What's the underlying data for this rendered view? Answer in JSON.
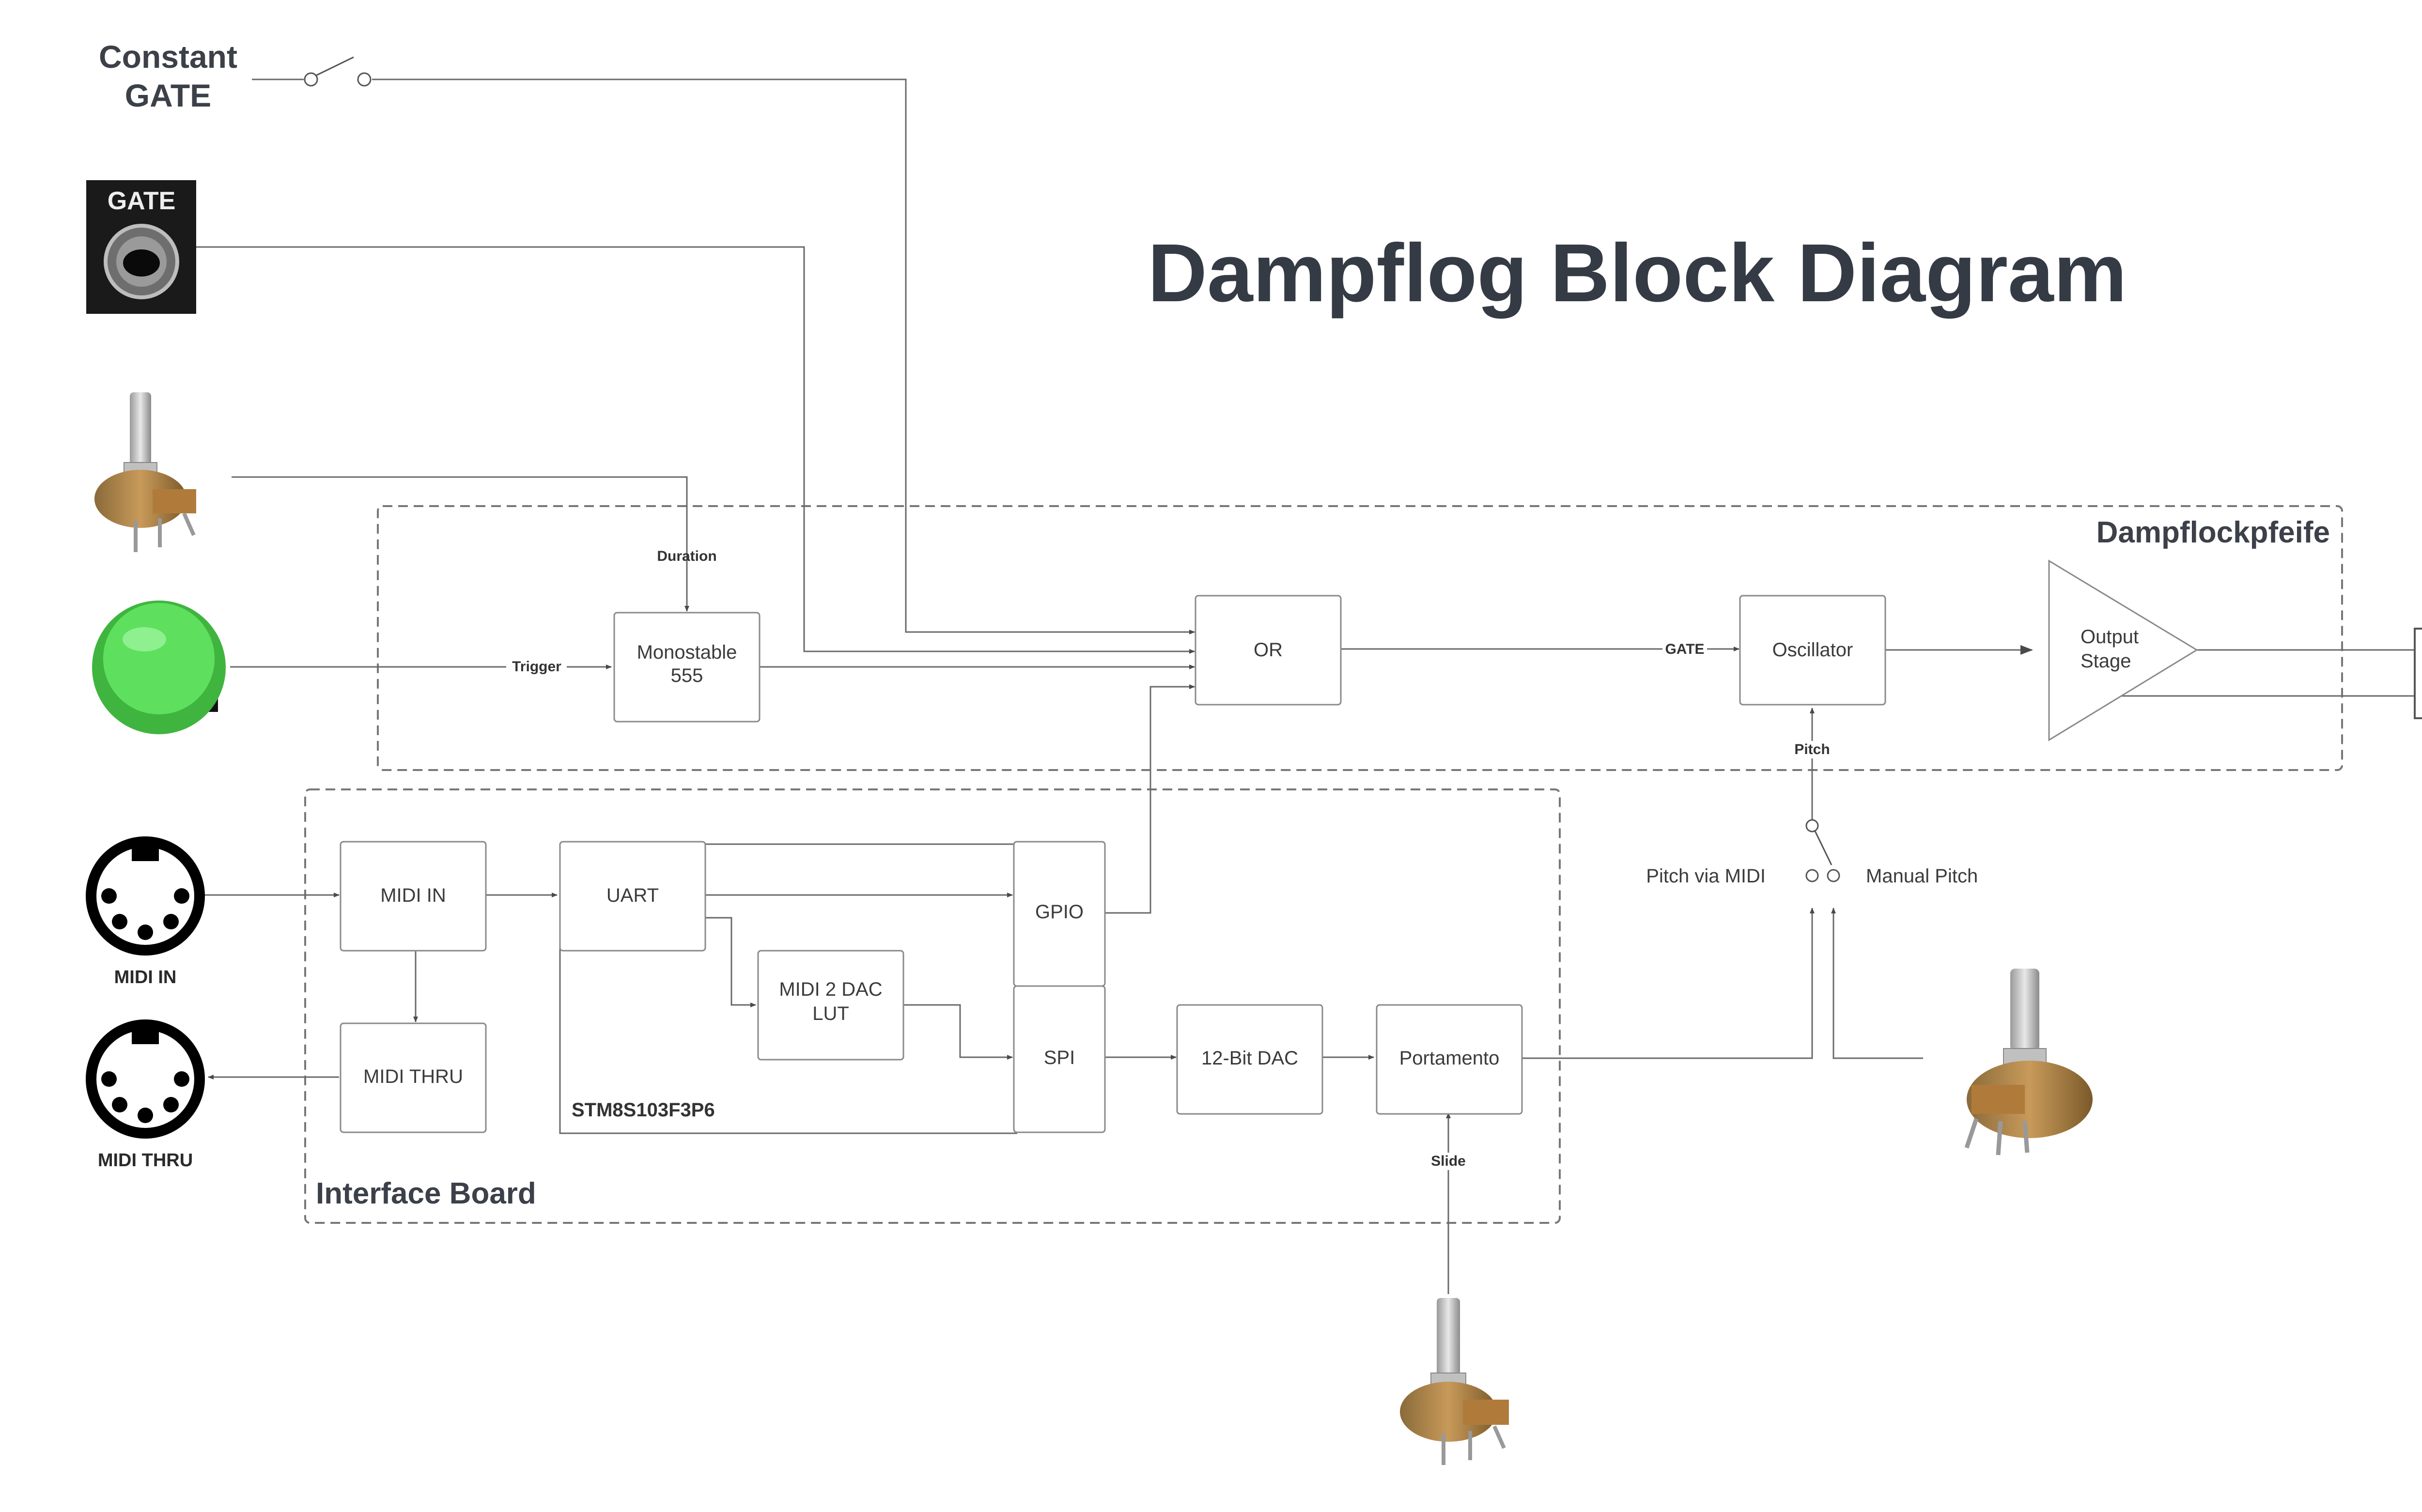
{
  "title": "Dampflog Block Diagram",
  "groups": {
    "dampflockpfeife": "Dampflockpfeife",
    "interface_board": "Interface Board",
    "mcu": "STM8S103F3P6"
  },
  "blocks": {
    "monostable": [
      "Monostable",
      "555"
    ],
    "or": "OR",
    "oscillator": "Oscillator",
    "output_stage": [
      "Output",
      "Stage"
    ],
    "midi_in": "MIDI IN",
    "midi_thru": "MIDI THRU",
    "uart": "UART",
    "gpio": "GPIO",
    "midi2dac": [
      "MIDI 2 DAC",
      "LUT"
    ],
    "spi": "SPI",
    "dac": "12-Bit DAC",
    "portamento": "Portamento"
  },
  "edge_labels": {
    "duration": "Duration",
    "trigger": "Trigger",
    "gate": "GATE",
    "pitch": "Pitch",
    "slide": "Slide"
  },
  "components": {
    "constant_gate": [
      "Constant",
      "GATE"
    ],
    "gate_jack": "GATE",
    "midi_in_connector": "MIDI IN",
    "midi_thru_connector": "MIDI THRU"
  },
  "switch_labels": {
    "pitch_via_midi": "Pitch via MIDI",
    "manual_pitch": "Manual Pitch"
  },
  "colors": {
    "button_green": "#5ee05e",
    "title": "#353b45",
    "wire": "#6a6a6a",
    "jack_panel": "#1a1a1a"
  },
  "icons": [
    "toggle-switch-icon",
    "gate-jack-icon",
    "potentiometer-icon",
    "arcade-button-icon",
    "din-connector-icon",
    "speaker-icon"
  ]
}
